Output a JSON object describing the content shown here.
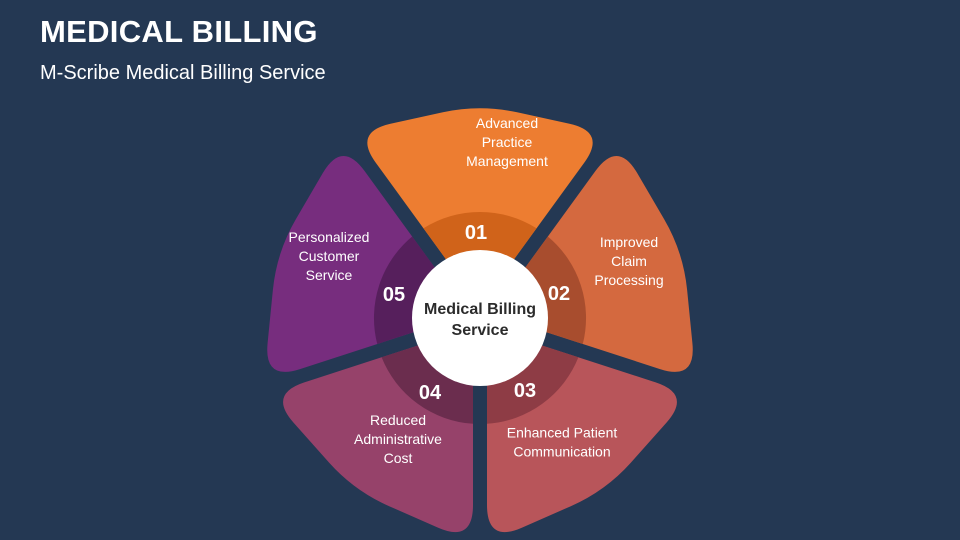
{
  "header": {
    "title": "MEDICAL BILLING",
    "subtitle": "M-Scribe Medical Billing Service"
  },
  "center": {
    "lines": [
      "Medical Billing",
      "Service"
    ]
  },
  "segments": [
    {
      "number": "01",
      "lines": [
        "Advanced",
        "Practice",
        "Management"
      ],
      "color": "#ED7D31",
      "inner_color": "#D0631A"
    },
    {
      "number": "02",
      "lines": [
        "Improved",
        "Claim",
        "Processing"
      ],
      "color": "#D4693F",
      "inner_color": "#A84D2E"
    },
    {
      "number": "03",
      "lines": [
        "Enhanced Patient",
        "Communication"
      ],
      "color": "#B8555A",
      "inner_color": "#8E3C45"
    },
    {
      "number": "04",
      "lines": [
        "Reduced",
        "Administrative",
        "Cost"
      ],
      "color": "#96426A",
      "inner_color": "#6B2D4E"
    },
    {
      "number": "05",
      "lines": [
        "Personalized",
        "Customer",
        "Service"
      ],
      "color": "#772D7E",
      "inner_color": "#561F5C"
    }
  ]
}
